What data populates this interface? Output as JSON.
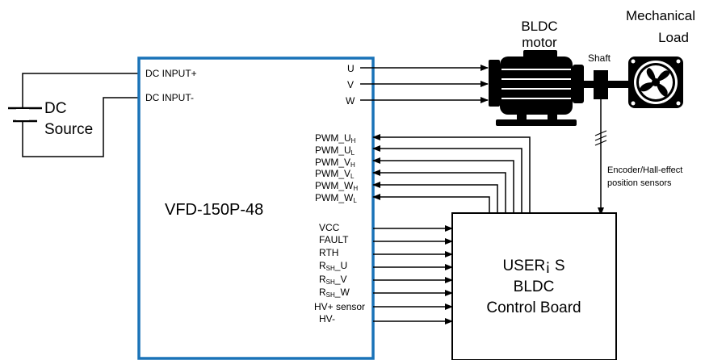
{
  "dc_source": {
    "line1": "DC",
    "line2": "Source"
  },
  "vfd": {
    "title": "VFD-150P-48",
    "dc_input_plus": "DC INPUT+",
    "dc_input_minus": "DC INPUT-",
    "phases": [
      "U",
      "V",
      "W"
    ],
    "pwm_signals": [
      {
        "base": "PWM_U",
        "sub": "H"
      },
      {
        "base": "PWM_U",
        "sub": "L"
      },
      {
        "base": "PWM_V",
        "sub": "H"
      },
      {
        "base": "PWM_V",
        "sub": "L"
      },
      {
        "base": "PWM_W",
        "sub": "H"
      },
      {
        "base": "PWM_W",
        "sub": "L"
      }
    ],
    "outputs": [
      {
        "pre": "VCC",
        "sub": "",
        "post": ""
      },
      {
        "pre": "FAULT",
        "sub": "",
        "post": ""
      },
      {
        "pre": "RTH",
        "sub": "",
        "post": ""
      },
      {
        "pre": "R",
        "sub": "SH",
        "post": "_U"
      },
      {
        "pre": "R",
        "sub": "SH",
        "post": "_V"
      },
      {
        "pre": "R",
        "sub": "SH",
        "post": "_W"
      },
      {
        "pre": "HV+ sensor",
        "sub": "",
        "post": ""
      },
      {
        "pre": "HV-",
        "sub": "",
        "post": ""
      }
    ]
  },
  "motor": {
    "line1": "BLDC",
    "line2": "motor"
  },
  "shaft": "Shaft",
  "load": {
    "line1": "Mechanical",
    "line2": "Load"
  },
  "sensors": {
    "line1": "Encoder/Hall-effect",
    "line2": "position sensors"
  },
  "control_board": {
    "line1": "USER¡ S",
    "line2": "BLDC",
    "line3": "Control Board"
  },
  "colors": {
    "vfd_border": "#1a73b8",
    "wire": "#000000",
    "motor_body": "#000000"
  }
}
